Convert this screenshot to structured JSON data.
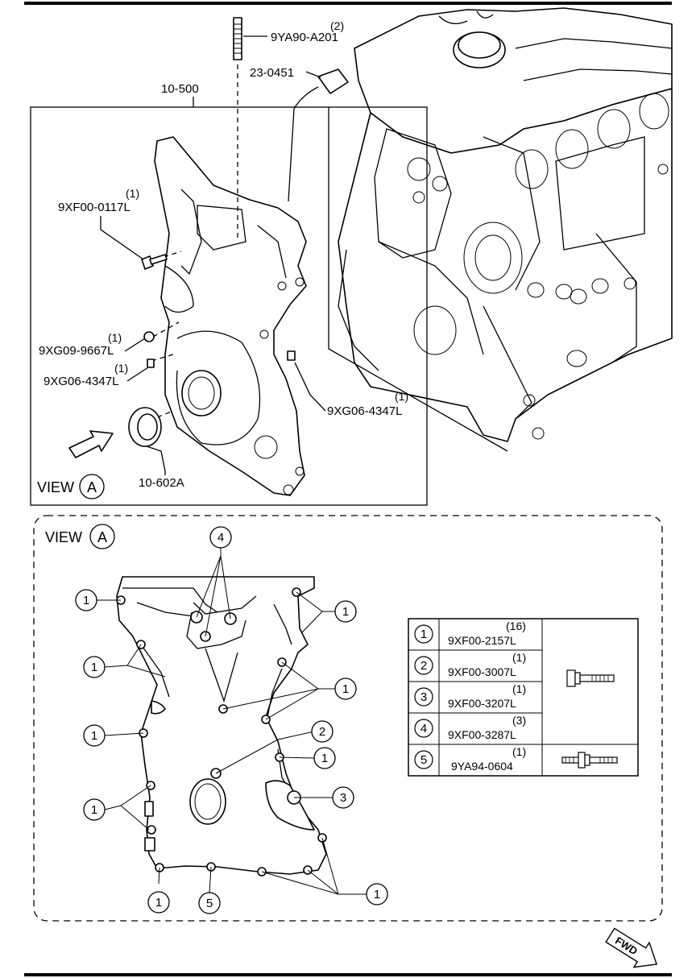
{
  "upper_callouts": {
    "stud": {
      "qty": "(2)",
      "code": "9YA90-A201"
    },
    "sensor": {
      "code": "23-0451"
    },
    "cover": {
      "code": "10-500"
    },
    "bolt_a": {
      "qty": "(1)",
      "code": "9XF00-0117L"
    },
    "plug": {
      "qty": "(1)",
      "code": "9XG09-9667L"
    },
    "pin_a": {
      "qty": "(1)",
      "code": "9XG06-4347L"
    },
    "pin_b": {
      "qty": "(1)",
      "code": "9XG06-4347L"
    },
    "seal": {
      "code": "10-602A"
    },
    "view_word": "VIEW",
    "view_letter": "A"
  },
  "view_a": {
    "view_word": "VIEW",
    "view_letter": "A",
    "markers": {
      "m1": "1",
      "m2": "2",
      "m3": "3",
      "m4": "4",
      "m5": "5"
    }
  },
  "legend": {
    "rows": [
      {
        "no": "1",
        "qty": "(16)",
        "code": "9XF00-2157L"
      },
      {
        "no": "2",
        "qty": "(1)",
        "code": "9XF00-3007L"
      },
      {
        "no": "3",
        "qty": "(1)",
        "code": "9XF00-3207L"
      },
      {
        "no": "4",
        "qty": "(3)",
        "code": "9XF00-3287L"
      },
      {
        "no": "5",
        "qty": "(1)",
        "code": "9YA94-0604"
      }
    ],
    "icons": [
      "flange-bolt-icon",
      "stud-bolt-icon"
    ]
  },
  "fwd_label": "FWD"
}
